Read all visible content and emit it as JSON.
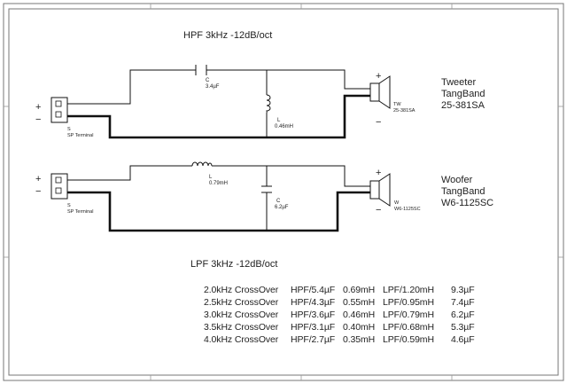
{
  "hpf": {
    "title": "HPF 3kHz -12dB/oct",
    "cap": {
      "ref": "C",
      "value": "3.4µF"
    },
    "ind": {
      "ref": "L",
      "value": "0.46mH"
    },
    "terminal": {
      "ref": "S",
      "name": "SP Terminal",
      "plus": "+",
      "minus": "−"
    },
    "speaker": {
      "ref": "TW",
      "part": "25-381SA",
      "plus": "+",
      "minus": "−",
      "label": [
        "Tweeter",
        "TangBand",
        "25-381SA"
      ]
    }
  },
  "lpf": {
    "title": "LPF 3kHz -12dB/oct",
    "ind": {
      "ref": "L",
      "value": "0.79mH"
    },
    "cap": {
      "ref": "C",
      "value": "6.2µF"
    },
    "terminal": {
      "ref": "S",
      "name": "SP Terminal",
      "plus": "+",
      "minus": "−"
    },
    "speaker": {
      "ref": "W",
      "part": "W6-1125SC",
      "plus": "+",
      "minus": "−",
      "label": [
        "Woofer",
        "TangBand",
        "W6-1125SC"
      ]
    }
  },
  "table": [
    {
      "freq": "2.0kHz CrossOver",
      "hpf_c": "HPF/5.4µF",
      "hpf_l": "0.69mH",
      "lpf_l": "LPF/1.20mH",
      "lpf_c": "9.3µF"
    },
    {
      "freq": "2.5kHz CrossOver",
      "hpf_c": "HPF/4.3µF",
      "hpf_l": "0.55mH",
      "lpf_l": "LPF/0.95mH",
      "lpf_c": "7.4µF"
    },
    {
      "freq": "3.0kHz CrossOver",
      "hpf_c": "HPF/3.6µF",
      "hpf_l": "0.46mH",
      "lpf_l": "LPF/0.79mH",
      "lpf_c": "6.2µF"
    },
    {
      "freq": "3.5kHz CrossOver",
      "hpf_c": "HPF/3.1µF",
      "hpf_l": "0.40mH",
      "lpf_l": "LPF/0.68mH",
      "lpf_c": "5.3µF"
    },
    {
      "freq": "4.0kHz CrossOver",
      "hpf_c": "HPF/2.7µF",
      "hpf_l": "0.35mH",
      "lpf_l": "LPF/0.59mH",
      "lpf_c": "4.6µF"
    }
  ]
}
